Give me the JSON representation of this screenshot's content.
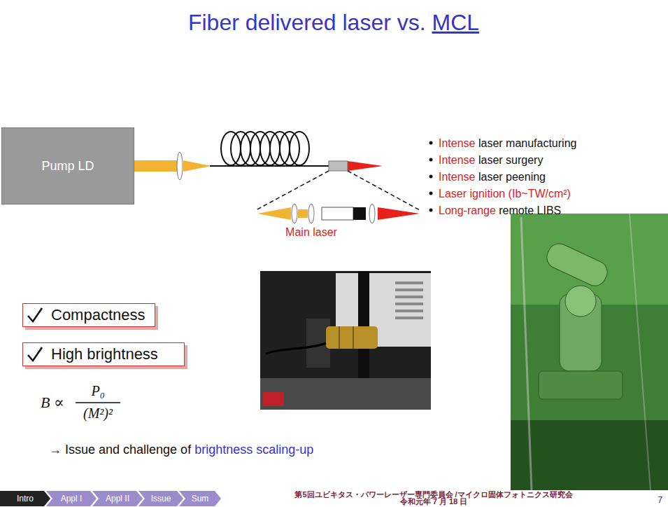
{
  "diagram": {
    "title": "Fiber delivered laser vs. MCL",
    "nodes": [
      {
        "text": [
          "Pump LD"
        ]
      },
      {
        "text": [
          "Compactness"
        ]
      },
      {
        "text": [
          "High brightness"
        ]
      },
      {
        "text": [
          "Intro"
        ]
      },
      {
        "text": [
          "Appl I"
        ]
      },
      {
        "text": [
          "Appl II"
        ]
      },
      {
        "text": [
          "Issue"
        ]
      },
      {
        "text": [
          "Sum"
        ]
      }
    ],
    "labels": [
      "Main laser",
      "Intense laser manufacturing",
      "Intense laser surgery",
      "Intense laser peening",
      "Laser ignition (Ib~TW/cm²)",
      "Long-range remote LIBS",
      "B ∝",
      "P₀",
      "(M²)²",
      "→ Issue and challenge of brightness scaling-up",
      "第5回ユビキタス・パワーレーザー専門委員会 /マイクロ固体フォトニクス研究会",
      "令和元年 7 月 18 日",
      "7"
    ]
  }
}
